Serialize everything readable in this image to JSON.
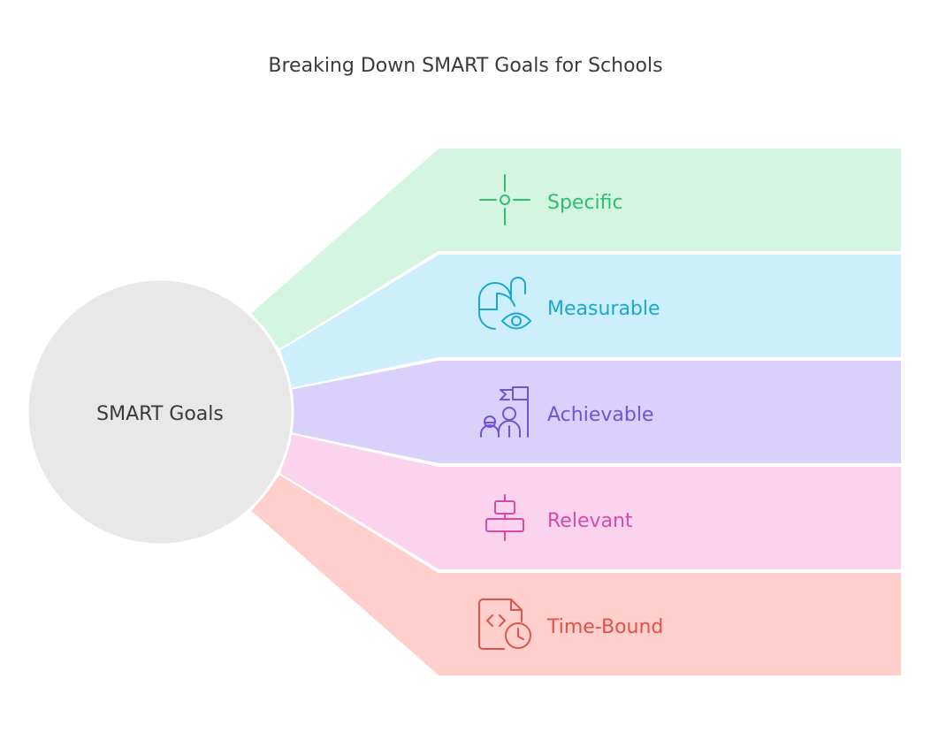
{
  "title": "Breaking Down SMART Goals for Schools",
  "hub": {
    "label": "SMART Goals",
    "fill": "#e8e8e8",
    "text_color": "#3a3a3a"
  },
  "items": [
    {
      "label": "Specific",
      "icon": "crosshair-icon",
      "fill": "#d5f5e3",
      "color": "#2fbf6f"
    },
    {
      "label": "Measurable",
      "icon": "mouse-eye-icon",
      "fill": "#cdeffb",
      "color": "#1ba7d4"
    },
    {
      "label": "Achievable",
      "icon": "team-flag-icon",
      "fill": "#d9d1fb",
      "color": "#7452d6"
    },
    {
      "label": "Relevant",
      "icon": "align-center-icon",
      "fill": "#fbd3ec",
      "color": "#d64aa8"
    },
    {
      "label": "Time-Bound",
      "icon": "code-file-clock-icon",
      "fill": "#fecfcb",
      "color": "#e0524d"
    }
  ]
}
